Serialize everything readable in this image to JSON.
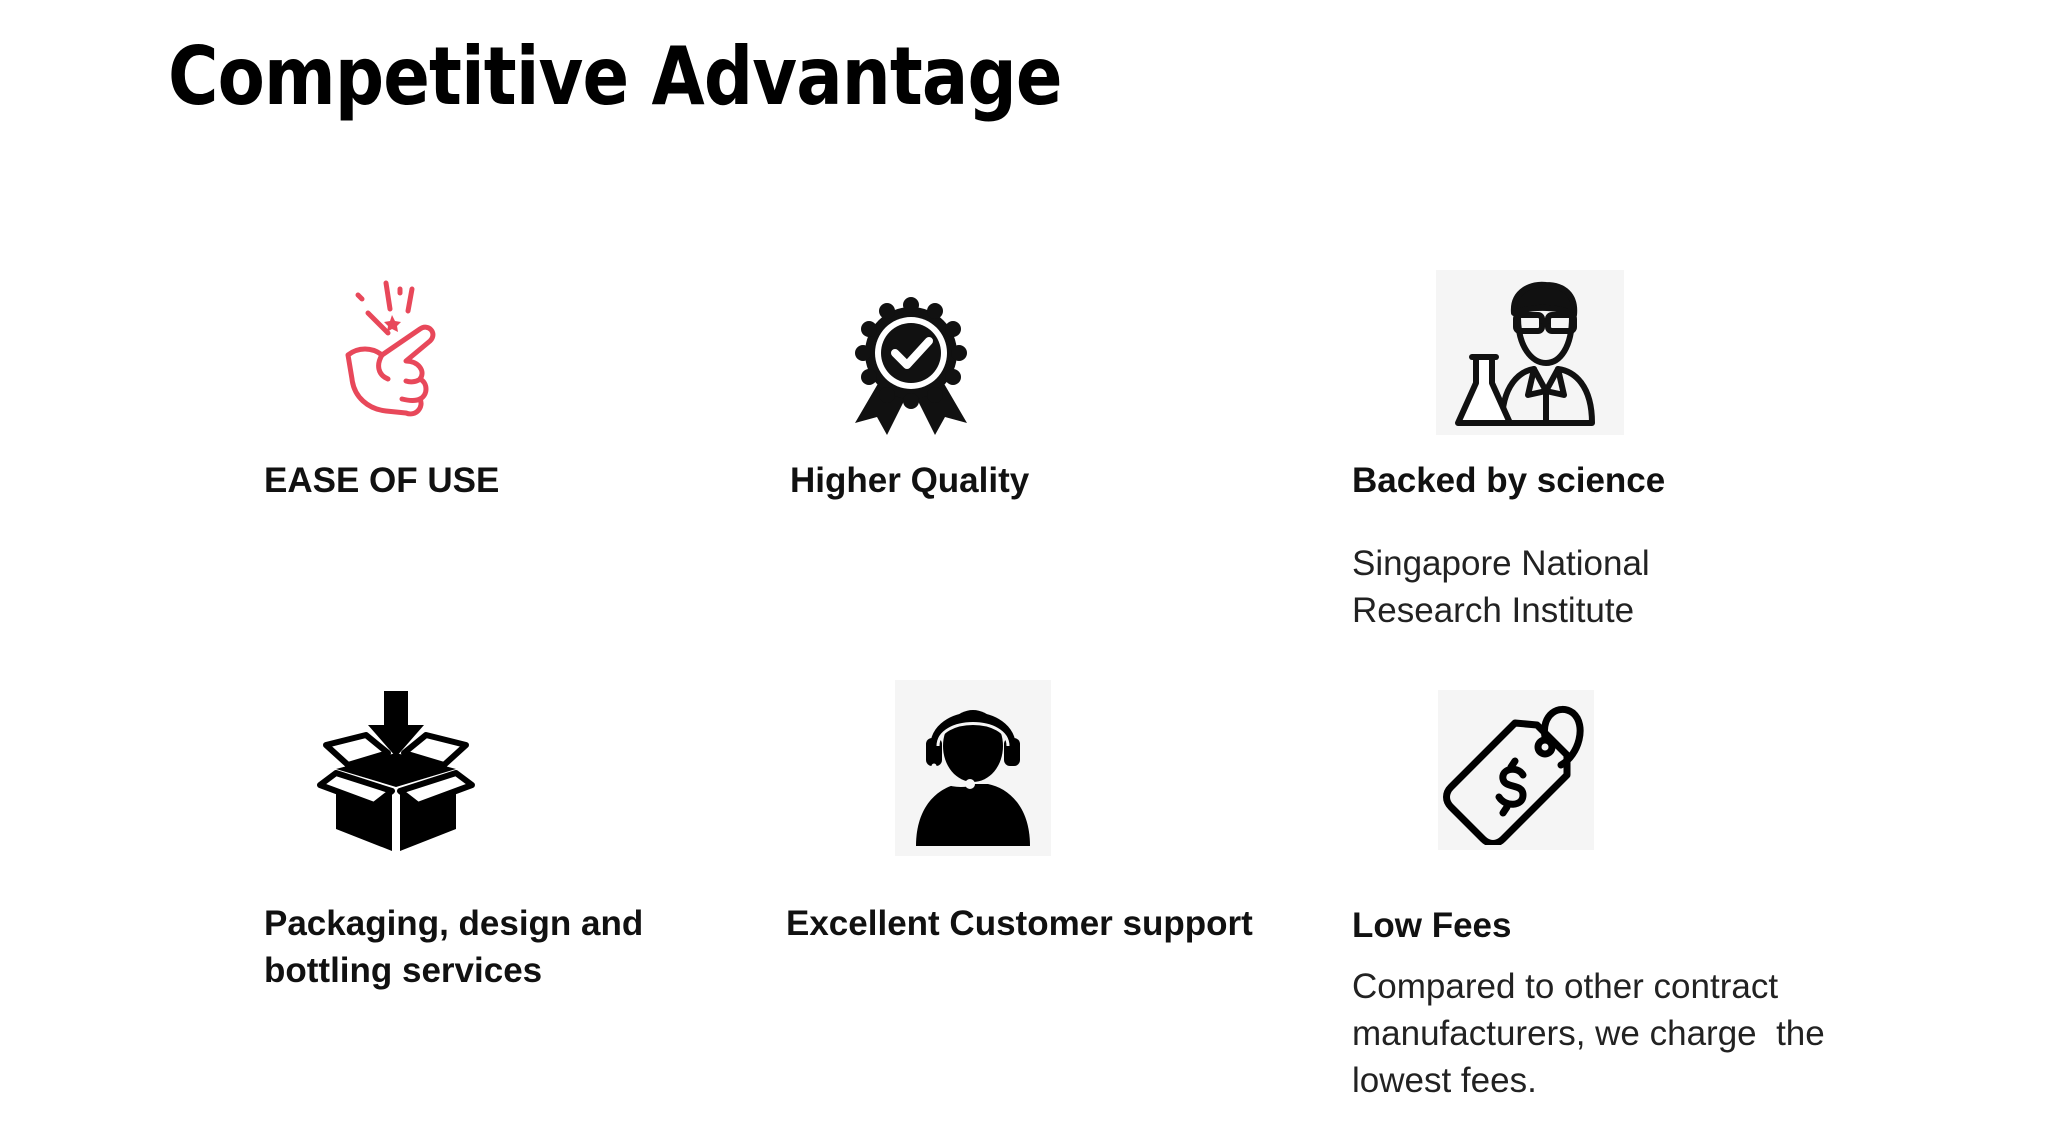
{
  "slide": {
    "title": "Competitive Advantage"
  },
  "features": [
    {
      "label": "EASE OF USE",
      "icon": "finger-snap-icon",
      "icon_color": "#e8485a",
      "description_lines": []
    },
    {
      "label": "Higher Quality",
      "icon": "award-ribbon-check-icon",
      "icon_color": "#111111",
      "description_lines": []
    },
    {
      "label": "Backed by science",
      "icon": "scientist-flask-icon",
      "icon_color": "#111111",
      "description_lines": [
        "Singapore National",
        "Research Institute"
      ]
    },
    {
      "label_lines": [
        "Packaging, design and",
        "bottling services"
      ],
      "icon": "box-down-arrow-icon",
      "icon_color": "#000000",
      "description_lines": []
    },
    {
      "label": "Excellent Customer support",
      "icon": "headset-support-icon",
      "icon_color": "#000000",
      "description_lines": []
    },
    {
      "label": "Low Fees",
      "icon": "price-tag-dollar-icon",
      "icon_color": "#000000",
      "description_lines": [
        "Compared to other contract",
        "manufacturers, we charge  the",
        "lowest fees."
      ]
    }
  ]
}
